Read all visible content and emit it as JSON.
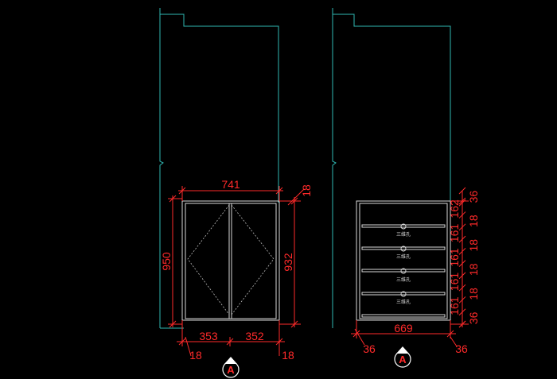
{
  "colors": {
    "background": "#000000",
    "wall": "#2fb7b2",
    "dimension": "#ff2a2a",
    "cabinet": "#d8d8d8",
    "marker": "#ffffff"
  },
  "left_view": {
    "width_top": "741",
    "height_outer": "950",
    "height_inner": "932",
    "thickness_top": "18",
    "door_left": "353",
    "door_right": "352",
    "side_left": "18",
    "side_right": "18",
    "section_marker": "A"
  },
  "right_view": {
    "width_bottom": "669",
    "side_left": "36",
    "side_right": "36",
    "stack_labels": [
      "36",
      "162",
      "18",
      "161",
      "18",
      "161",
      "18",
      "161",
      "18",
      "161",
      "36"
    ],
    "drawer_note": "三维孔",
    "section_marker": "A"
  }
}
